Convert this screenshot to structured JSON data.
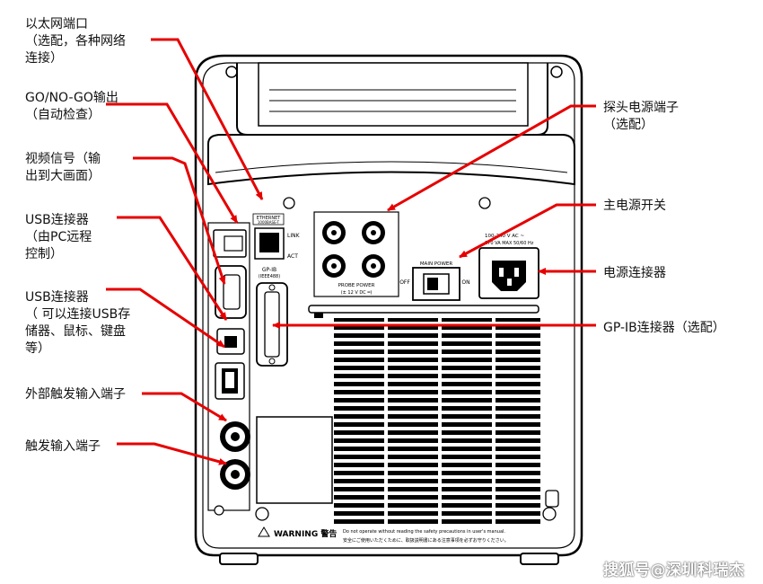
{
  "labels": {
    "ethernet": [
      "以太网端口",
      "（选配，各种网络",
      "连接）"
    ],
    "gonogo": [
      "GO/NO-GO输出",
      "（自动检查）"
    ],
    "video": [
      "视频信号（输",
      "出到大画面）"
    ],
    "usb_pc": [
      "USB连接器",
      "（由PC远程",
      "控制）"
    ],
    "usb_storage": [
      "USB连接器",
      "（ 可以连接USB存",
      "储器、鼠标、键盘",
      "等）"
    ],
    "ext_trigger": [
      "外部触发输入端子"
    ],
    "trigger_in": [
      "触发输入端子"
    ],
    "probe_power": [
      "探头电源端子",
      "（选配）"
    ],
    "main_switch": [
      "主电源开关"
    ],
    "power_connector": [
      "电源连接器"
    ],
    "gpib": [
      "GP-IB连接器（选配）"
    ]
  },
  "panel": {
    "ethernet_tag": "ETHERNET",
    "ethernet_sub": "1000BASE-T",
    "link": "LINK",
    "act": "ACT",
    "gpib_tag": "GP-IB",
    "gpib_sub": "(IEEE488)",
    "probe_power": "PROBE POWER",
    "probe_voltage": "(± 12 V DC ═)",
    "voltage_line1": "100-240 V AC ~",
    "voltage_line2": "170 VA MAX 50/60 Hz",
    "main_power": "MAIN POWER",
    "off": "OFF",
    "on": "ON",
    "warning_title": "WARNING 警告",
    "warning_en": "Do not operate without reading the safety precautions in user's manual.",
    "warning_jp": "安全にご使用いただくために、取扱説明書にある注意事項を必ずお守りください。"
  },
  "watermark": "搜狐号@深圳科瑞杰",
  "colors": {
    "arrow": "#e60000",
    "outline": "#000000"
  }
}
